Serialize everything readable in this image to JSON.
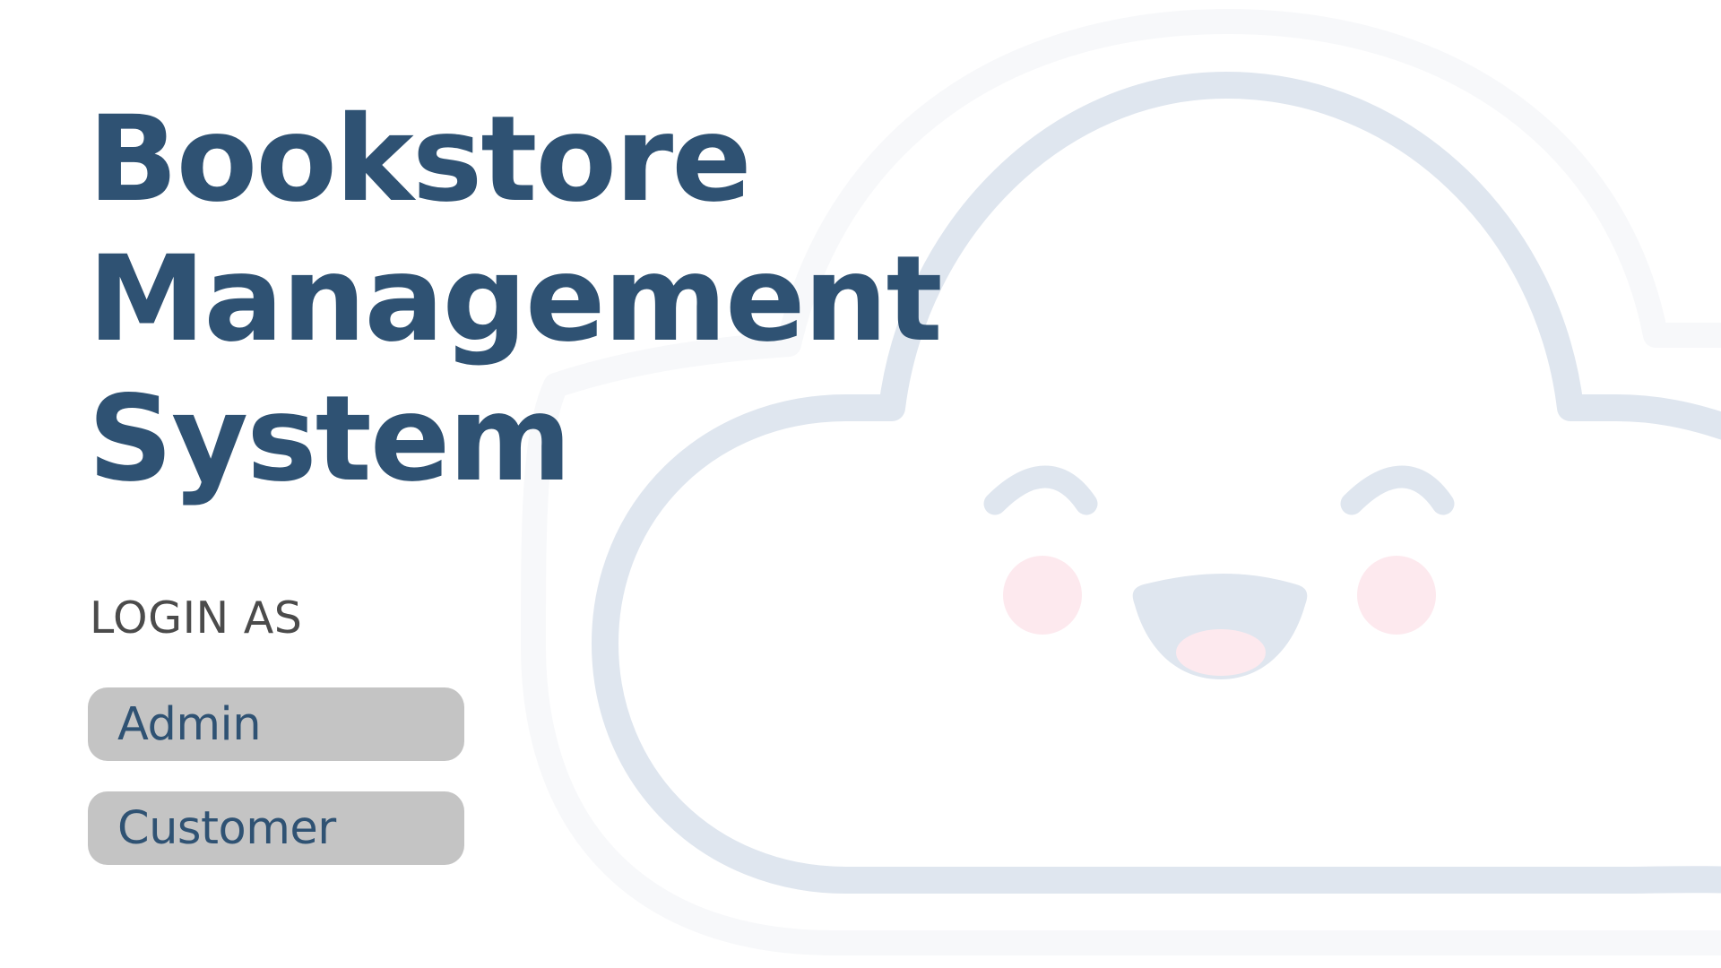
{
  "app": {
    "title_lines": [
      "Bookstore",
      "Management",
      "System"
    ]
  },
  "login": {
    "label": "LOGIN AS",
    "options": [
      "Admin",
      "Customer"
    ]
  },
  "illustration": {
    "type": "smiling-cloud",
    "colors": {
      "outline": "#dfe6ef",
      "halo": "#f7f8fa",
      "cheeks": "#fde9ee",
      "mouth": "#dfe6ef",
      "tongue": "#fde9ee"
    }
  },
  "colors": {
    "background": "#ffffff",
    "title": "#2f5273",
    "label": "#4b4b4b",
    "button_background": "#c4c4c4",
    "button_text": "#2f5273"
  }
}
